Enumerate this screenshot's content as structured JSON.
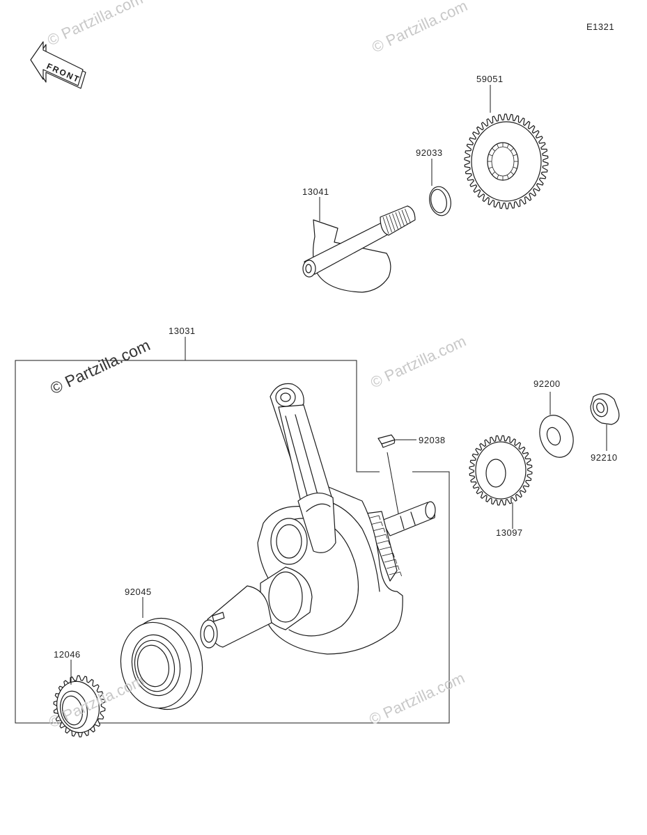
{
  "diagram_code": "E1321",
  "front_label": "FRONT",
  "watermark_text": "© Partzilla.com",
  "parts": {
    "p59051": "59051",
    "p92033": "92033",
    "p13041": "13041",
    "p13031": "13031",
    "p92038": "92038",
    "p92200": "92200",
    "p92210": "92210",
    "p13097": "13097",
    "p92045": "92045",
    "p12046": "12046"
  },
  "colors": {
    "line": "#1a1a1a",
    "watermark": "#c8c8c8"
  },
  "icons": [
    "front-arrow-icon"
  ]
}
